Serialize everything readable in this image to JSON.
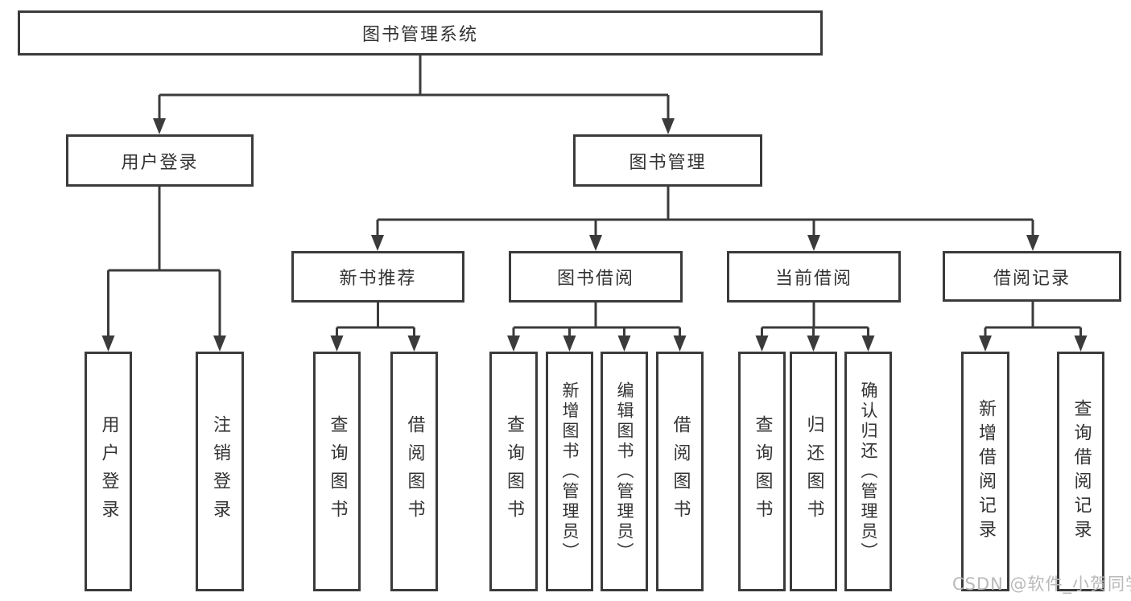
{
  "diagram": {
    "root": {
      "label": "图书管理系统"
    },
    "level2": [
      {
        "label": "用户登录"
      },
      {
        "label": "图书管理"
      }
    ],
    "level3": [
      {
        "label": "新书推荐"
      },
      {
        "label": "图书借阅"
      },
      {
        "label": "当前借阅"
      },
      {
        "label": "借阅记录"
      }
    ],
    "leaves": [
      {
        "label": "用户登录"
      },
      {
        "label": "注销登录"
      },
      {
        "label": "查询图书"
      },
      {
        "label": "借阅图书"
      },
      {
        "label": "查询图书"
      },
      {
        "label": "新增图书（管理员）"
      },
      {
        "label": "编辑图书（管理员）"
      },
      {
        "label": "借阅图书"
      },
      {
        "label": "查询图书"
      },
      {
        "label": "归还图书"
      },
      {
        "label": "确认归还（管理员）"
      },
      {
        "label": "新增借阅记录"
      },
      {
        "label": "查询借阅记录"
      }
    ],
    "watermark": "CSDN @软件_小贺同学",
    "colors": {
      "line": "#3b3b3b",
      "text": "#333333",
      "watermark": "#b9b9b9",
      "background": "#ffffff"
    }
  }
}
